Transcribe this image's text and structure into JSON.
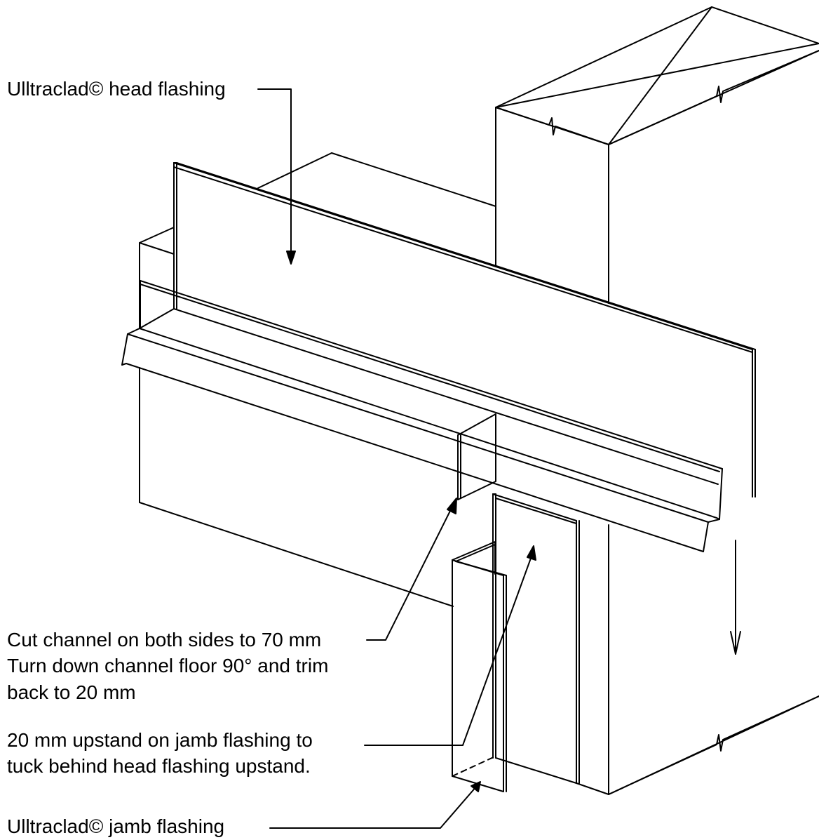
{
  "labels": {
    "head_flashing": "Ulltraclad© head flashing",
    "cut_channel_line1": "Cut channel on both sides to 70 mm",
    "cut_channel_line2": "Turn down channel floor 90° and trim",
    "cut_channel_line3": "back to 20 mm",
    "upstand_line1": "20 mm upstand on jamb flashing to",
    "upstand_line2": "tuck behind head flashing upstand.",
    "jamb_flashing": "Ulltraclad© jamb flashing"
  },
  "colors": {
    "stroke": "#000000",
    "background": "#ffffff"
  }
}
